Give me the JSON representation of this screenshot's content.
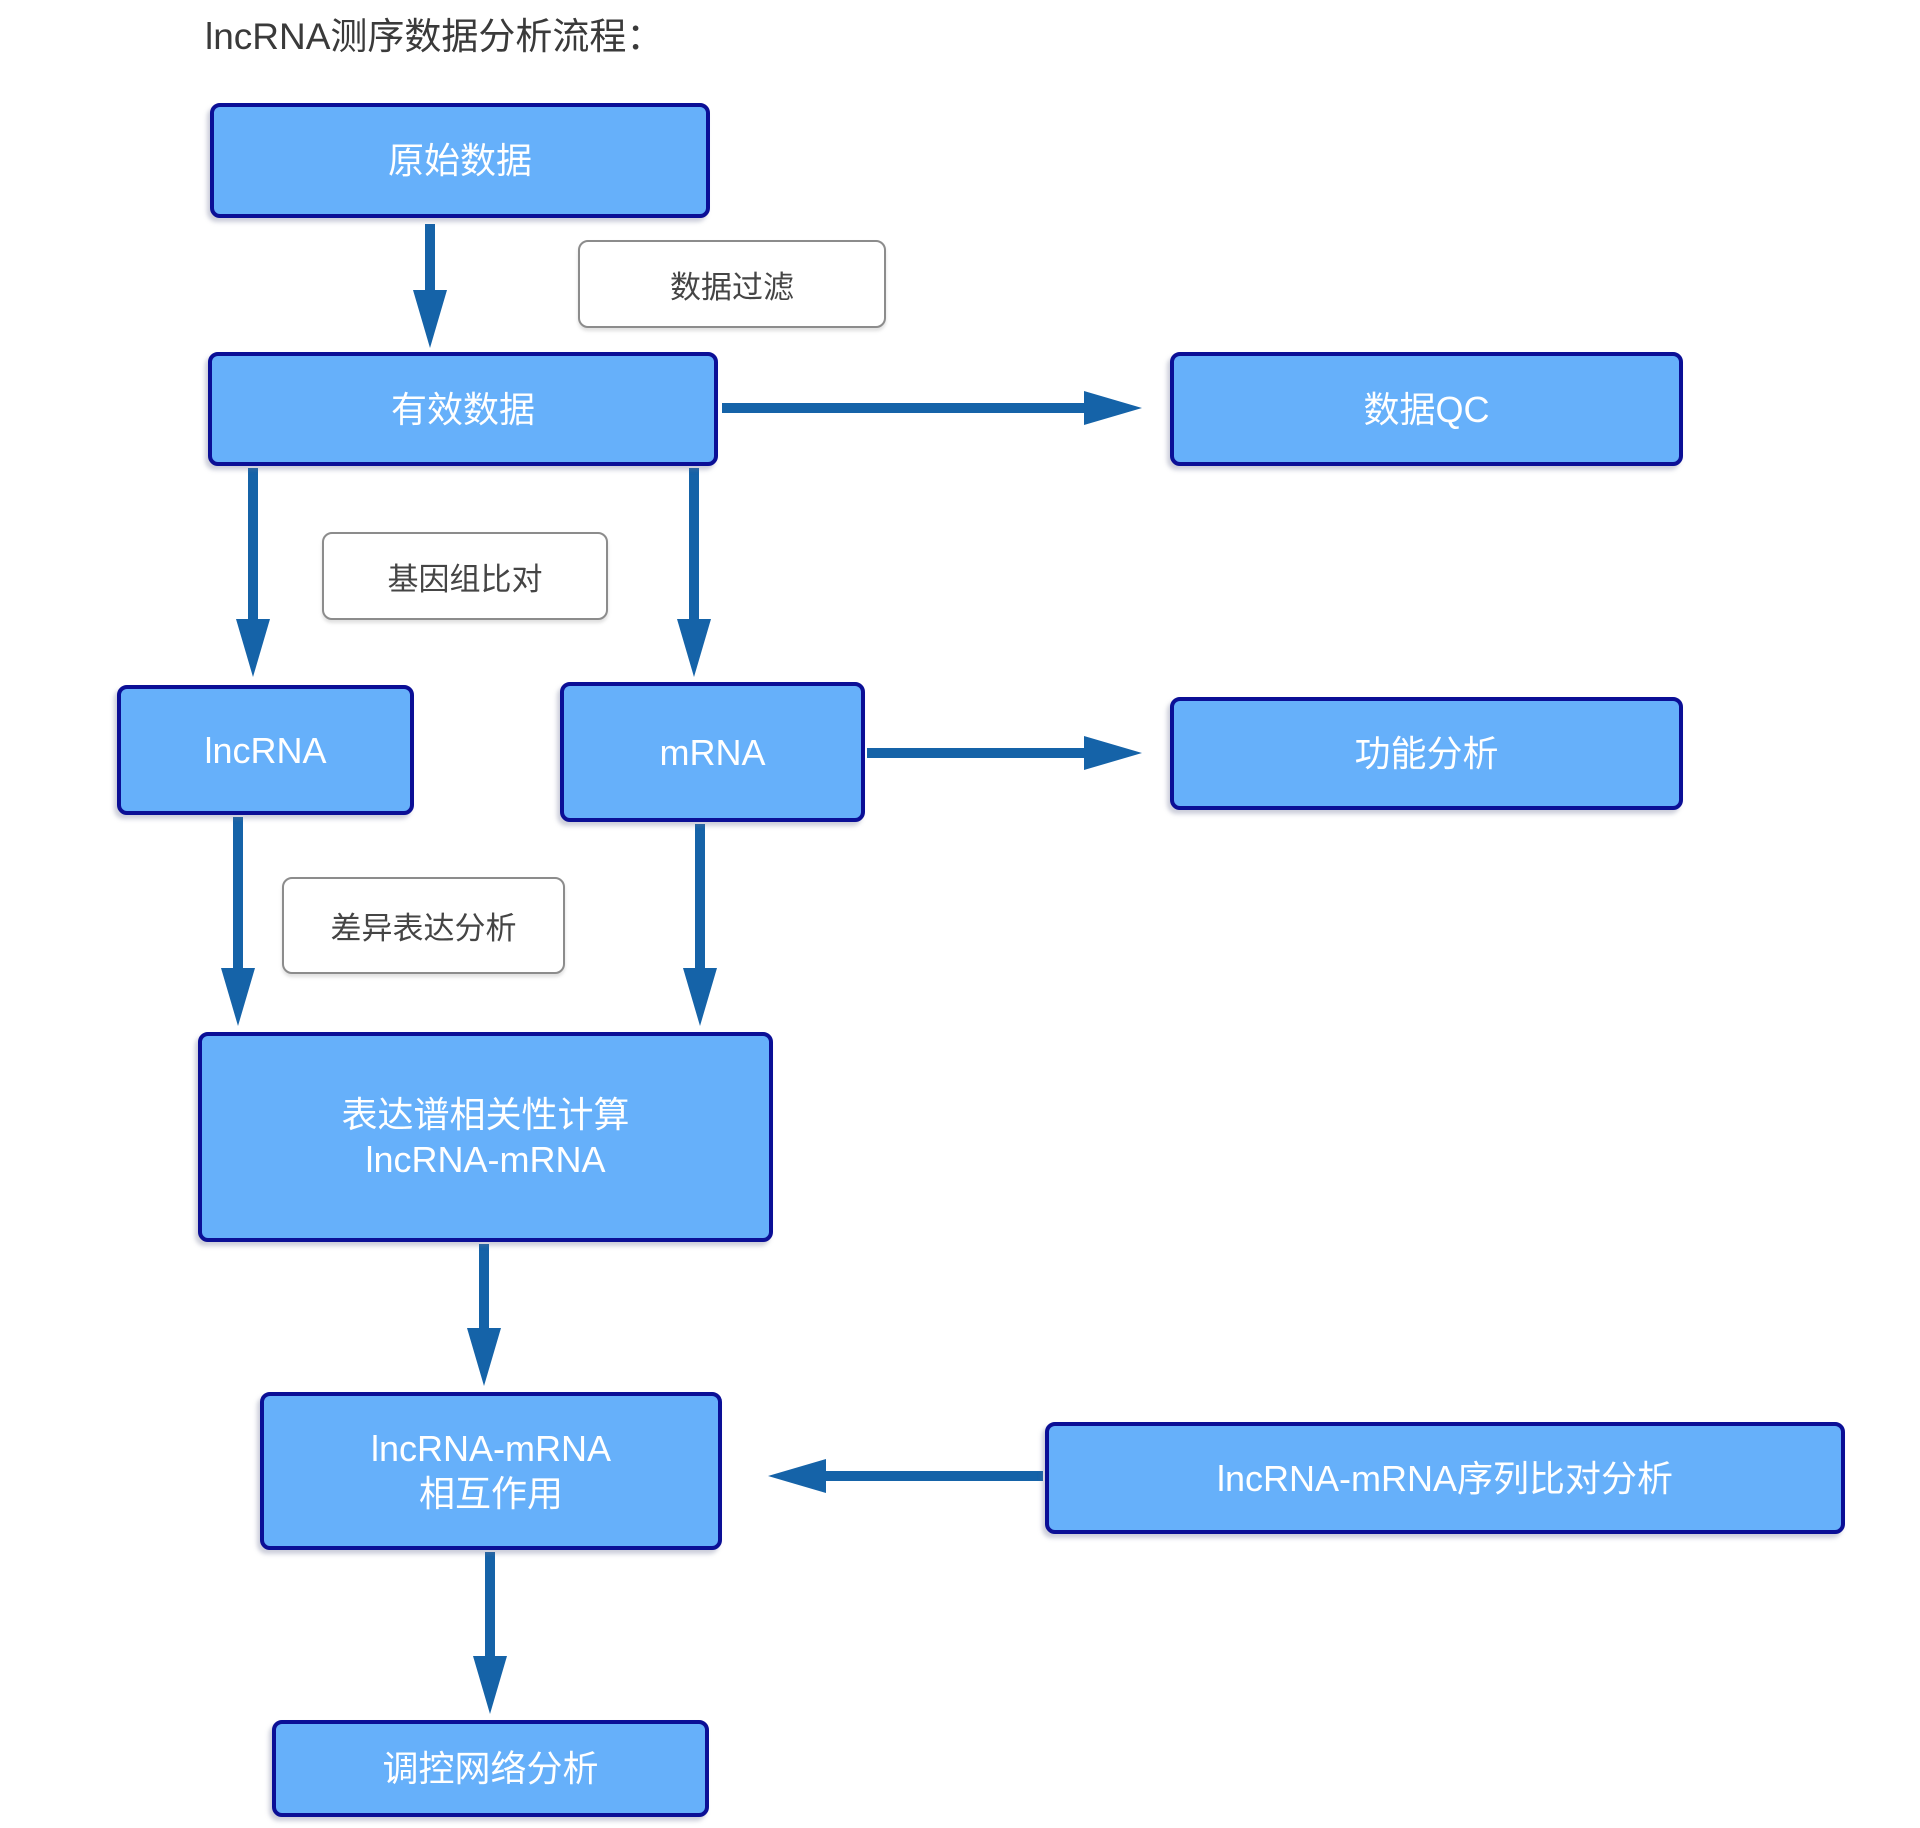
{
  "title": "lncRNA测序数据分析流程：",
  "colors": {
    "node_fill": "#66b0fa",
    "node_border": "#0b0f96",
    "node_text": "#ffffff",
    "arrow": "#1563a8",
    "edge_label_border": "#8c8c8c",
    "edge_label_text": "#454545",
    "title_text": "#3a3a3a"
  },
  "nodes": {
    "raw_data": {
      "label": "原始数据"
    },
    "valid_data": {
      "label": "有效数据"
    },
    "data_qc": {
      "label": "数据QC"
    },
    "lncrna": {
      "label": "lncRNA"
    },
    "mrna": {
      "label": "mRNA"
    },
    "functional": {
      "label": "功能分析"
    },
    "expr_corr": {
      "label": "表达谱相关性计算\nlncRNA-mRNA"
    },
    "interaction": {
      "label": "lncRNA-mRNA\n相互作用"
    },
    "seq_align": {
      "label": "lncRNA-mRNA序列比对分析"
    },
    "reg_network": {
      "label": "调控网络分析"
    }
  },
  "edge_labels": {
    "data_filter": "数据过滤",
    "genome_align": "基因组比对",
    "diff_expr": "差异表达分析"
  },
  "edges": [
    {
      "from": "raw_data",
      "to": "valid_data",
      "label": "数据过滤"
    },
    {
      "from": "valid_data",
      "to": "data_qc",
      "label": ""
    },
    {
      "from": "valid_data",
      "to": "lncrna",
      "label": "基因组比对"
    },
    {
      "from": "valid_data",
      "to": "mrna",
      "label": "基因组比对"
    },
    {
      "from": "mrna",
      "to": "functional",
      "label": ""
    },
    {
      "from": "lncrna",
      "to": "expr_corr",
      "label": "差异表达分析"
    },
    {
      "from": "mrna",
      "to": "expr_corr",
      "label": "差异表达分析"
    },
    {
      "from": "expr_corr",
      "to": "interaction",
      "label": ""
    },
    {
      "from": "seq_align",
      "to": "interaction",
      "label": ""
    },
    {
      "from": "interaction",
      "to": "reg_network",
      "label": ""
    }
  ]
}
